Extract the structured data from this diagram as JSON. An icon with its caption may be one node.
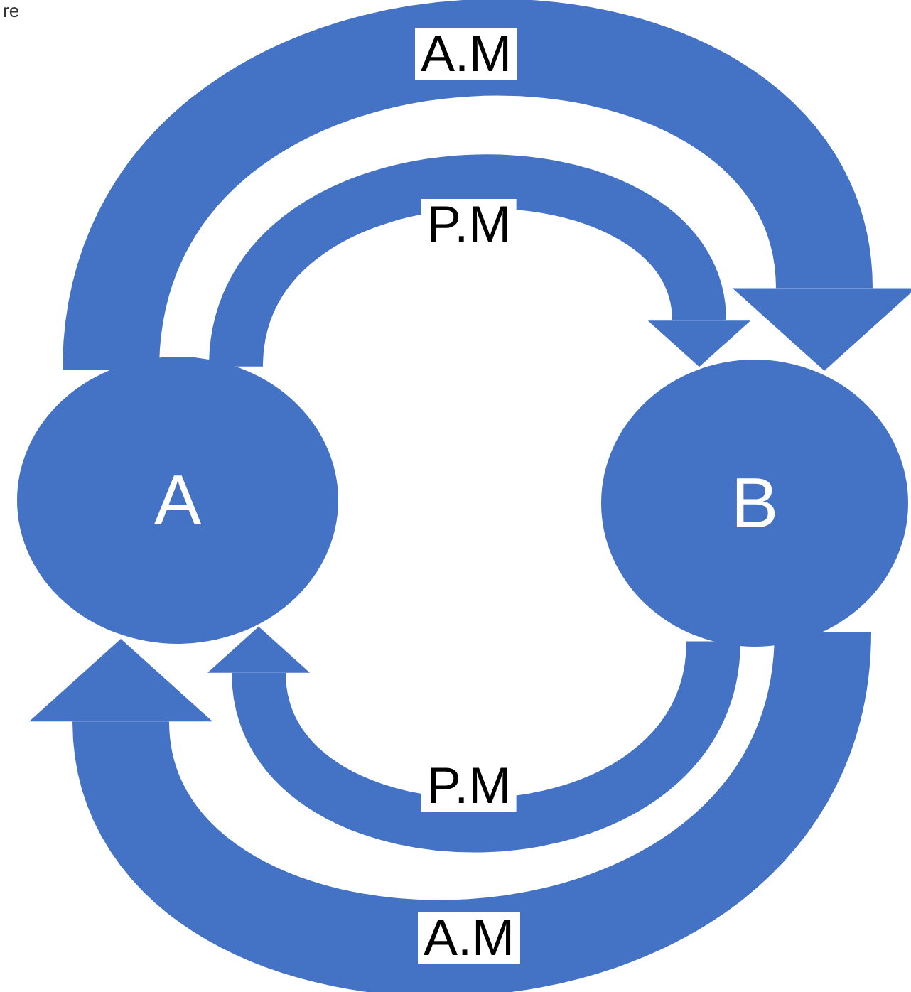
{
  "diagram": {
    "nodes": [
      {
        "text": [
          "A"
        ]
      },
      {
        "text": [
          "B"
        ]
      }
    ],
    "edges": [
      {
        "from": 0,
        "to": 1,
        "arrow": "to",
        "label": "A.M"
      },
      {
        "from": 0,
        "to": 1,
        "arrow": "to",
        "label": "P.M"
      },
      {
        "from": 1,
        "to": 0,
        "arrow": "to",
        "label": "P.M"
      },
      {
        "from": 1,
        "to": 0,
        "arrow": "to",
        "label": "A.M"
      }
    ],
    "labels": [
      "re"
    ]
  }
}
